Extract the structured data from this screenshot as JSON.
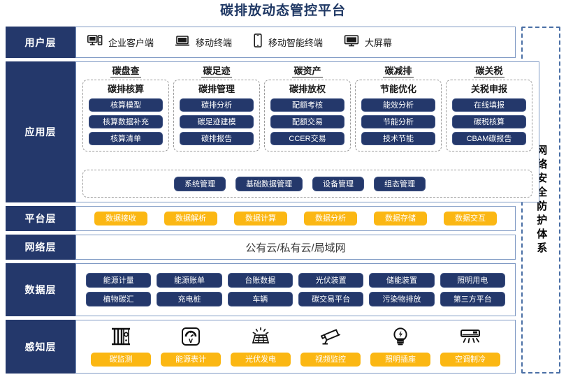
{
  "title": "碳排放动态管控平台",
  "security": {
    "label": "网络安全防护体系"
  },
  "layers": {
    "user": {
      "label": "用户层",
      "items": [
        {
          "icon": "desktop-pc-icon",
          "label": "企业客户端"
        },
        {
          "icon": "laptop-icon",
          "label": "移动终端"
        },
        {
          "icon": "smartphone-icon",
          "label": "移动智能终端"
        },
        {
          "icon": "monitor-icon",
          "label": "大屏幕"
        }
      ]
    },
    "application": {
      "label": "应用层",
      "groups": [
        {
          "title": "碳盘查",
          "subtitle": "碳排核算",
          "items": [
            "核算模型",
            "核算数据补充",
            "核算清单"
          ]
        },
        {
          "title": "碳足迹",
          "subtitle": "碳排管理",
          "items": [
            "碳排分析",
            "碳足迹建模",
            "碳排报告"
          ]
        },
        {
          "title": "碳资产",
          "subtitle": "碳排放权",
          "items": [
            "配额考核",
            "配额交易",
            "CCER交易"
          ]
        },
        {
          "title": "碳减排",
          "subtitle": "节能优化",
          "items": [
            "能效分析",
            "节能分析",
            "技术节能"
          ]
        },
        {
          "title": "碳关税",
          "subtitle": "关税申报",
          "items": [
            "在线填报",
            "碳税核算",
            "CBAM碳报告"
          ]
        }
      ],
      "management": [
        "系统管理",
        "基础数据管理",
        "设备管理",
        "组态管理"
      ]
    },
    "platform": {
      "label": "平台层",
      "items": [
        "数据接收",
        "数据解析",
        "数据计算",
        "数据分析",
        "数据存储",
        "数据交互"
      ]
    },
    "network": {
      "label": "网络层",
      "text": "公有云/私有云/局域网"
    },
    "data": {
      "label": "数据层",
      "row1": [
        "能源计量",
        "能源账单",
        "台账数据",
        "光伏装置",
        "储能装置",
        "照明用电"
      ],
      "row2": [
        "植物碳汇",
        "充电桩",
        "车辆",
        "碳交易平台",
        "污染物排放",
        "第三方平台"
      ]
    },
    "perception": {
      "label": "感知层",
      "items": [
        {
          "icon": "sensor-rack-icon",
          "label": "碳监测"
        },
        {
          "icon": "gauge-meter-icon",
          "label": "能源表计"
        },
        {
          "icon": "solar-panel-icon",
          "label": "光伏发电"
        },
        {
          "icon": "cctv-camera-icon",
          "label": "视频监控"
        },
        {
          "icon": "light-bulb-icon",
          "label": "照明插座"
        },
        {
          "icon": "air-conditioner-icon",
          "label": "空调制冷"
        }
      ]
    }
  },
  "colors": {
    "navy": "#24386b",
    "amber": "#fbb713",
    "title_blue": "#1f3864",
    "panel_border": "#7f9ac4"
  }
}
